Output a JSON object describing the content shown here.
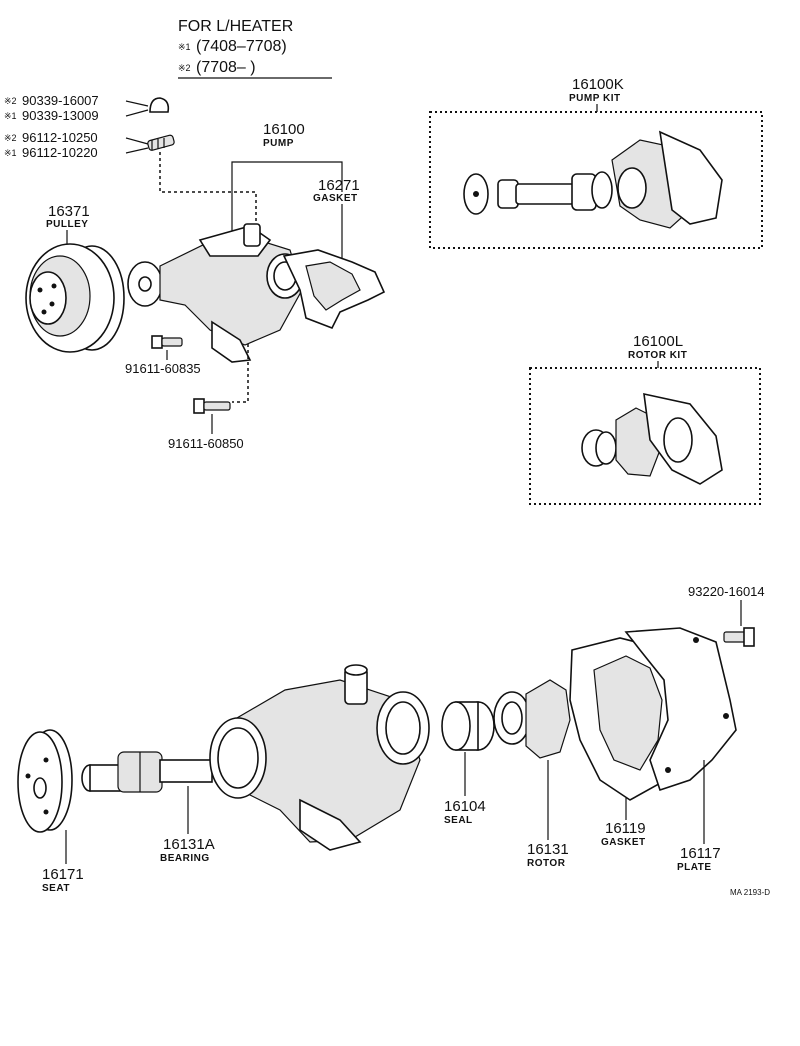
{
  "header": {
    "line1": "FOR L/HEATER",
    "line2_mark": "※1",
    "line2": "(7408–7708)",
    "line3_mark": "※2",
    "line3": "(7708–        )"
  },
  "top_parts": [
    {
      "mark": "※2",
      "number": "90339-16007"
    },
    {
      "mark": "※1",
      "number": "90339-13009"
    },
    {
      "mark": "※2",
      "number": "96112-10250"
    },
    {
      "mark": "※1",
      "number": "96112-10220"
    }
  ],
  "callouts": {
    "pump": {
      "number": "16100",
      "name": "PUMP"
    },
    "gasket_top": {
      "number": "16271",
      "name": "GASKET"
    },
    "pulley": {
      "number": "16371",
      "name": "PULLEY"
    },
    "bolt1": {
      "number": "91611-60835"
    },
    "bolt2": {
      "number": "91611-60850"
    },
    "pump_kit": {
      "number": "16100K",
      "name": "PUMP KIT"
    },
    "rotor_kit": {
      "number": "16100L",
      "name": "ROTOR KIT"
    },
    "screw": {
      "number": "93220-16014"
    },
    "seat": {
      "number": "16171",
      "name": "SEAT"
    },
    "bearing": {
      "number": "16131A",
      "name": "BEARING"
    },
    "seal": {
      "number": "16104",
      "name": "SEAL"
    },
    "rotor": {
      "number": "16131",
      "name": "ROTOR"
    },
    "gasket": {
      "number": "16119",
      "name": "GASKET"
    },
    "plate": {
      "number": "16117",
      "name": "PLATE"
    }
  },
  "footer": {
    "code": "MA 2193-D"
  }
}
